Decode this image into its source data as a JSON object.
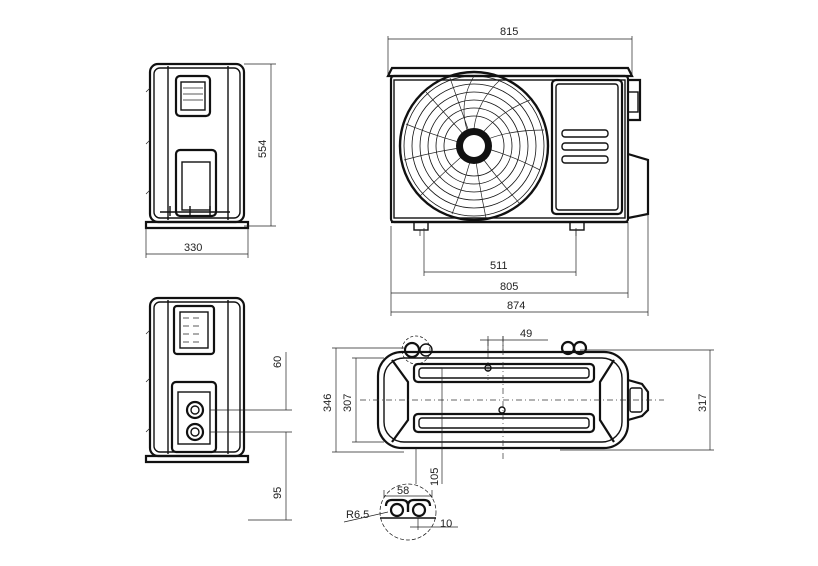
{
  "dimensions": {
    "front_width_top": "815",
    "front_foot_spacing": "511",
    "front_base_width": "805",
    "front_overall_width": "874",
    "side_height": "554",
    "side_depth": "330",
    "rear_valve_offset_top": "60",
    "rear_valve_offset_bottom": "95",
    "top_offset": "49",
    "top_depth_overall": "346",
    "top_depth_body": "307",
    "top_depth_right": "317",
    "top_foot_offset": "105",
    "detail_slot_width": "58",
    "detail_radius": "R6.5",
    "detail_slot_height": "10"
  }
}
